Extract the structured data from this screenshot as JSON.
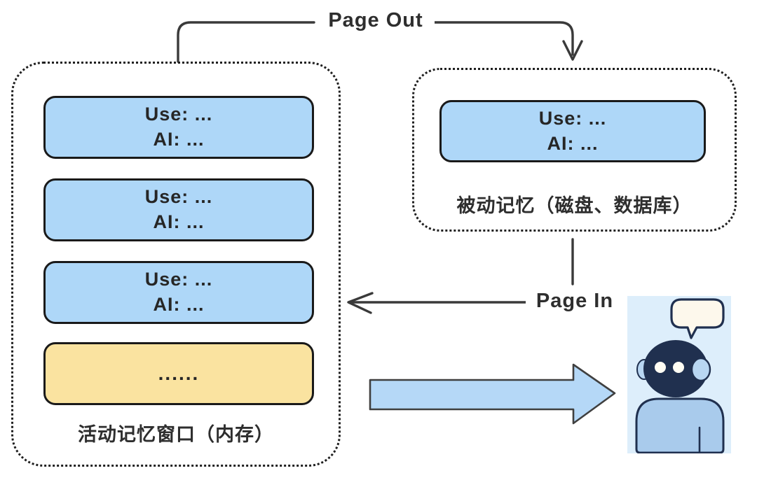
{
  "diagram": {
    "page_out_label": "Page Out",
    "page_in_label": "Page In",
    "active_memory": {
      "caption": "活动记忆窗口（内存）",
      "pages": [
        {
          "user": "Use: ...",
          "ai": "AI: ..."
        },
        {
          "user": "Use: ...",
          "ai": "AI: ..."
        },
        {
          "user": "Use: ...",
          "ai": "AI: ..."
        }
      ],
      "overflow_page": "......"
    },
    "passive_memory": {
      "caption": "被动记忆（磁盘、数据库）",
      "pages": [
        {
          "user": "Use: ...",
          "ai": "AI: ..."
        }
      ]
    },
    "icons": {
      "flow_arrow": "big-right-arrow-icon",
      "person": "person-with-speech-bubble-icon"
    },
    "colors": {
      "page_fill": "#aed7f8",
      "page_border": "#1a1a1a",
      "overflow_fill": "#fae3a0",
      "arrow_fill": "#b5d8f7",
      "line": "#3a3a3a",
      "text": "#2e2e2e",
      "person_bg": "#ddeefb",
      "person_dark": "#20304f",
      "person_body": "#a9cbec",
      "person_ear": "#b8d6f2",
      "bubble_fill": "#fdf8ec"
    }
  }
}
